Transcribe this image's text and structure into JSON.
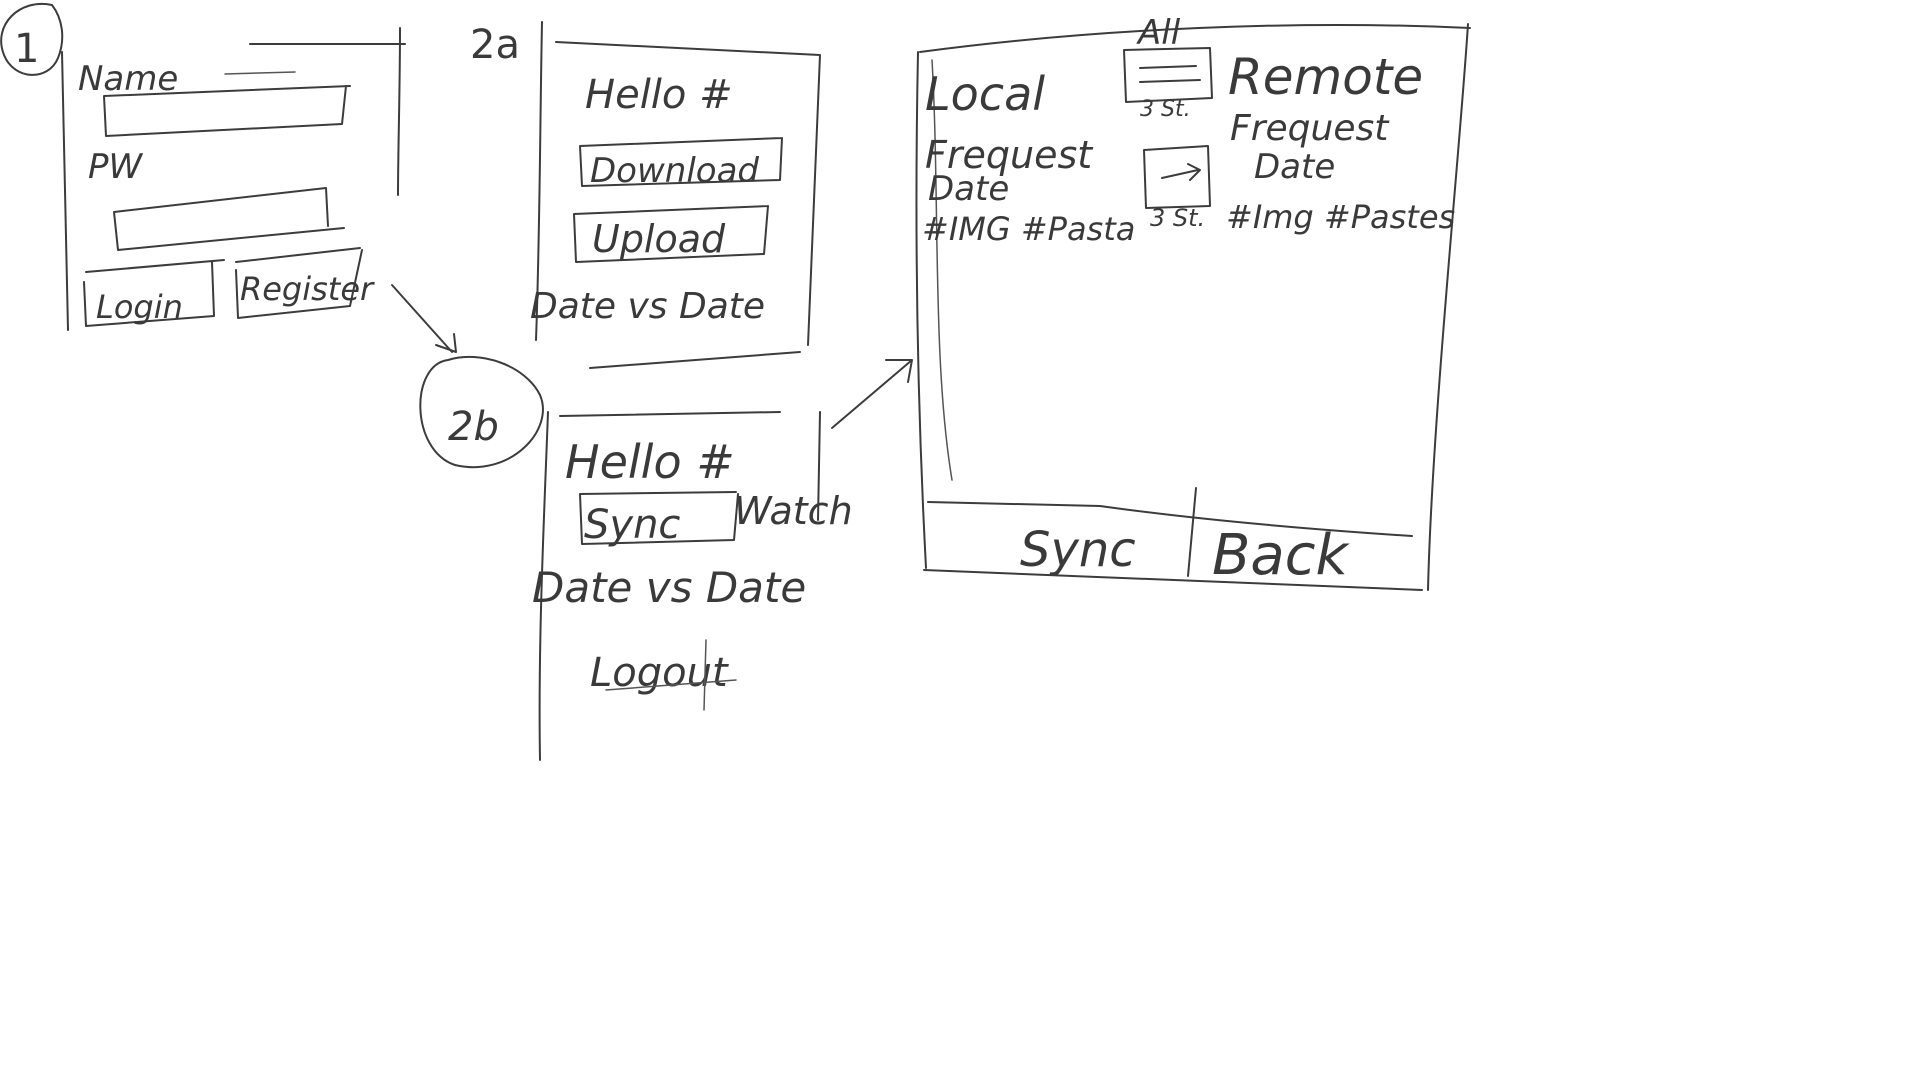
{
  "screen1": {
    "marker": "1",
    "name_label": "Name",
    "pw_label": "PW",
    "login_button": "Login",
    "register_button": "Register"
  },
  "screen2a": {
    "marker": "2a",
    "greeting": "Hello #",
    "download_button": "Download",
    "upload_button": "Upload",
    "date_compare": "Date vs Date"
  },
  "screen2b": {
    "marker": "2b",
    "greeting": "Hello #",
    "sync_button": "Sync",
    "watch_label": "Watch",
    "date_compare": "Date vs Date",
    "logout_button": "Logout"
  },
  "screen3": {
    "local_label": "Local",
    "all_label": "All",
    "remote_label": "Remote",
    "local_frequest": "Frequest",
    "local_date": "Date",
    "local_counts": "#IMG #Pasta",
    "remote_frequest": "Frequest",
    "remote_date": "Date",
    "remote_counts": "#Img #Pastes",
    "sync_all_count": "3 St.",
    "sync_one_count": "3 St.",
    "sync_button": "Sync",
    "back_button": "Back"
  }
}
